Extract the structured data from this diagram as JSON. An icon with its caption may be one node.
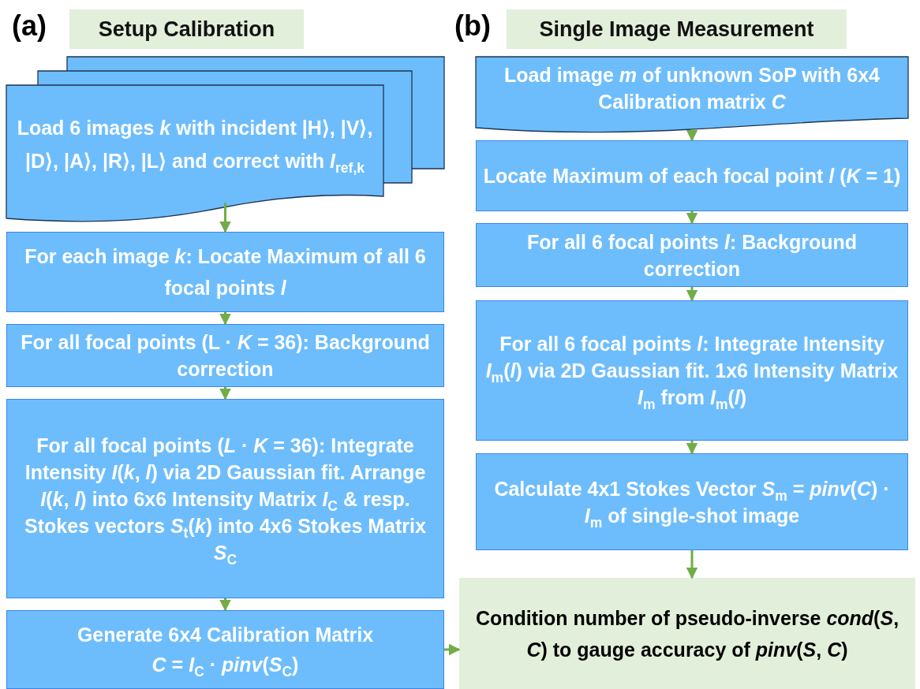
{
  "diagram": {
    "nodes": [
      {
        "text": [
          "Setup Calibration"
        ]
      },
      {
        "text": [
          "Load 6 images *k* with incident |H⟩, |V⟩, |D⟩, |A⟩, |R⟩, |L⟩ and correct with *I*$_{ref,k}$"
        ]
      },
      {
        "text": [
          "For each image *k*: Locate Maximum of all 6 focal points *l*"
        ]
      },
      {
        "text": [
          "For all focal points (L · *K* = 36): Background correction"
        ]
      },
      {
        "text": [
          "For all focal points (*L* · *K* = 36): Integrate Intensity *I*(*k*, *l*) via 2D Gaussian fit. Arrange *I*(*k*, *l*) into 6x6 Intensity Matrix *I*$_{C}$ & resp. Stokes vectors *S*$_{t}$(*k*) into 4x6 Stokes Matrix *S*$_{C}$"
        ]
      },
      {
        "text": [
          "Generate 6x4 Calibration Matrix",
          "*C* = *I*$_{C}$ · *pinv*(*S*$_{C}$)"
        ]
      },
      {
        "text": [
          "Single Image Measurement"
        ]
      },
      {
        "text": [
          "Load image *m* of unknown SoP with 6x4 Calibration matrix *C*"
        ]
      },
      {
        "text": [
          "Locate Maximum of each focal point *l* (*K* = 1)"
        ]
      },
      {
        "text": [
          "For all 6 focal points *l*: Background correction"
        ]
      },
      {
        "text": [
          "For all 6 focal points *l*: Integrate Intensity *I*$_{m}$(*l*) via 2D Gaussian fit. 1x6 Intensity Matrix *I*$_{m}$ from *I*$_{m}$(*l*)"
        ]
      },
      {
        "text": [
          "Calculate 4x1 Stokes Vector *S*$_{m}$ = *pinv*(*C*) · *I*$_{m}$ of single-shot image"
        ]
      },
      {
        "text": [
          "Condition number of pseudo-inverse *cond*(*S*, *C*) to gauge accuracy of *pinv*(*S*, *C*)"
        ]
      }
    ],
    "edges": [
      {
        "from": 1,
        "to": 2,
        "arrow": "to"
      },
      {
        "from": 2,
        "to": 3,
        "arrow": "to"
      },
      {
        "from": 3,
        "to": 4,
        "arrow": "to"
      },
      {
        "from": 4,
        "to": 5,
        "arrow": "to"
      },
      {
        "from": 5,
        "to": 12,
        "arrow": "to"
      },
      {
        "from": 7,
        "to": 8,
        "arrow": "to"
      },
      {
        "from": 8,
        "to": 9,
        "arrow": "to"
      },
      {
        "from": 9,
        "to": 10,
        "arrow": "to"
      },
      {
        "from": 10,
        "to": 11,
        "arrow": "to"
      },
      {
        "from": 11,
        "to": 12,
        "arrow": "to"
      }
    ],
    "labels": [
      "(a)",
      "(b)"
    ]
  }
}
